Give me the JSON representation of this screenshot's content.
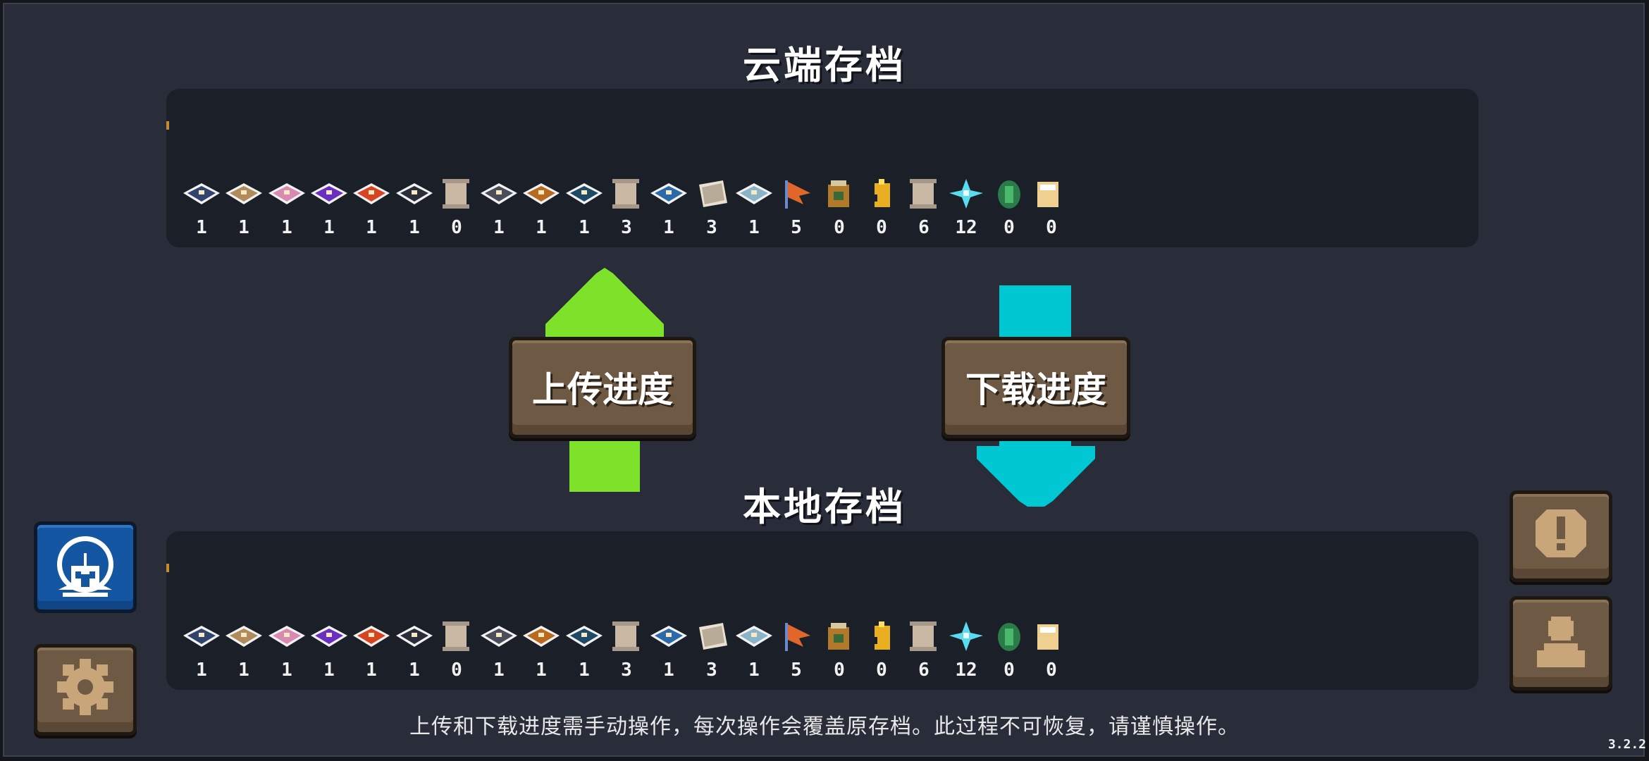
{
  "cloud_save": {
    "title": "云端存档"
  },
  "local_save": {
    "title": "本地存档"
  },
  "items": [
    {
      "icon": "dark-blue-chest-icon",
      "count": "1",
      "color": "#30446e"
    },
    {
      "icon": "tan-chest-icon",
      "count": "1",
      "color": "#b08c5c"
    },
    {
      "icon": "pink-chest-icon",
      "count": "1",
      "color": "#d88ab0"
    },
    {
      "icon": "purple-chest-icon",
      "count": "1",
      "color": "#6a2ec0"
    },
    {
      "icon": "red-chest-icon",
      "count": "1",
      "color": "#d64422"
    },
    {
      "icon": "black-chest-icon",
      "count": "1",
      "color": "#2a2e38"
    },
    {
      "icon": "scroll-icon",
      "count": "0",
      "color": "#c8b8a4"
    },
    {
      "icon": "gray-chest-icon",
      "count": "1",
      "color": "#4a4e5a"
    },
    {
      "icon": "orange-chest-icon",
      "count": "1",
      "color": "#b86a1e"
    },
    {
      "icon": "teal-chest-icon",
      "count": "1",
      "color": "#1e4a66"
    },
    {
      "icon": "scroll-icon",
      "count": "3",
      "color": "#c8b8a4"
    },
    {
      "icon": "blue-chest-icon",
      "count": "1",
      "color": "#2a6aa8"
    },
    {
      "icon": "book-icon",
      "count": "3",
      "color": "#e8e0d0"
    },
    {
      "icon": "light-blue-chest-icon",
      "count": "1",
      "color": "#8ab4c8"
    },
    {
      "icon": "flag-icon",
      "count": "5",
      "color": "#e0662a"
    },
    {
      "icon": "potion-jar-icon",
      "count": "0",
      "color": "#b07a2a"
    },
    {
      "icon": "golden-key-icon",
      "count": "0",
      "color": "#e8b020"
    },
    {
      "icon": "scroll-icon",
      "count": "6",
      "color": "#c8b8a4"
    },
    {
      "icon": "crystal-icon",
      "count": "12",
      "color": "#5adcf0"
    },
    {
      "icon": "green-egg-icon",
      "count": "0",
      "color": "#2a7a4a"
    },
    {
      "icon": "cut-off-item-icon",
      "count": "0",
      "color": "#f0d090"
    }
  ],
  "buttons": {
    "upload": "上传进度",
    "download": "下载进度"
  },
  "side_icons": {
    "account": "account-logo-icon",
    "settings": "gear-icon",
    "notice": "exclamation-icon",
    "profile": "person-icon"
  },
  "colors": {
    "upload_arrow": "#7ee22a",
    "download_arrow": "#00c8d2",
    "button_brown": "#6e5a44"
  },
  "disclaimer": "上传和下载进度需手动操作，每次操作会覆盖原存档。此过程不可恢复，请谨慎操作。",
  "version": "3.2.2"
}
